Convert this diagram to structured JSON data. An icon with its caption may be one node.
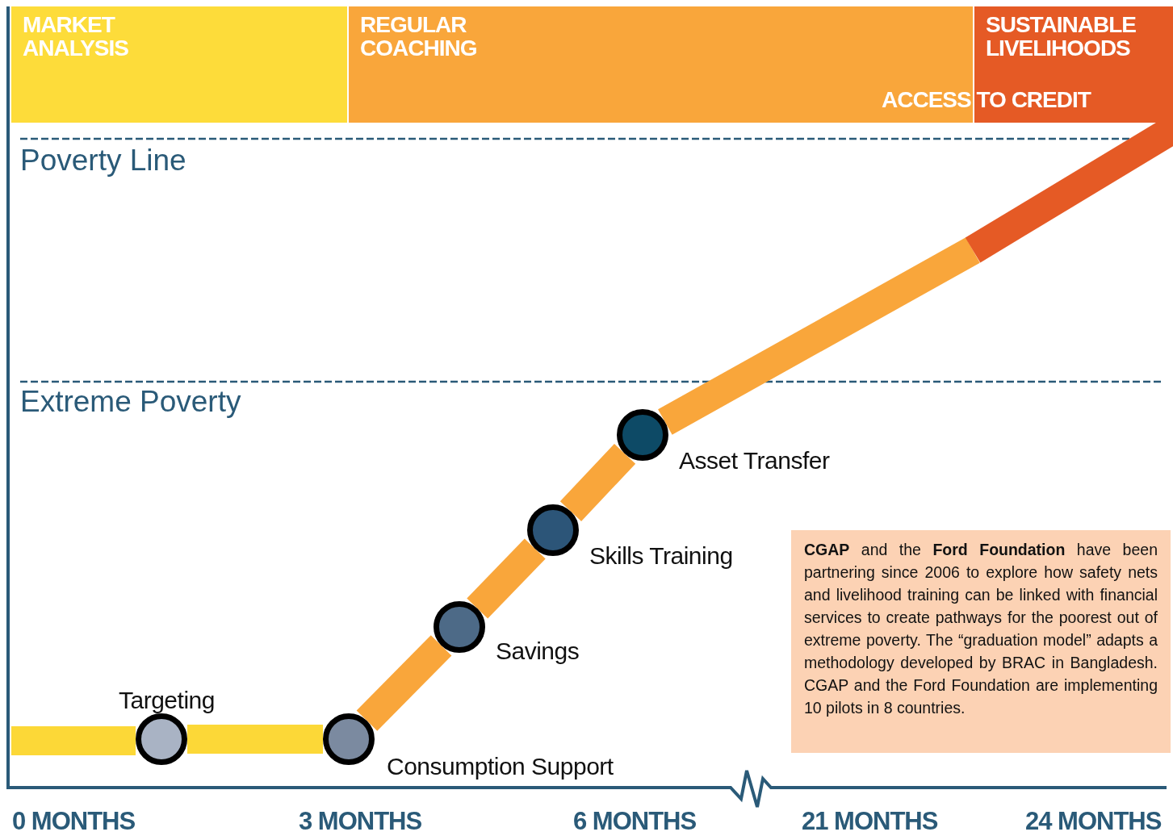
{
  "diagram": {
    "nodes": [
      {
        "text": [
          "MARKET ANALYSIS"
        ]
      },
      {
        "text": [
          "REGULAR COACHING"
        ]
      },
      {
        "text": [
          "SUSTAINABLE LIVELIHOODS"
        ]
      },
      {
        "text": [],
        "shape": "circle",
        "beside": [
          "Targeting"
        ]
      },
      {
        "text": [],
        "shape": "circle",
        "beside": [
          "Consumption Support"
        ]
      },
      {
        "text": [],
        "shape": "circle",
        "beside": [
          "Savings"
        ]
      },
      {
        "text": [],
        "shape": "circle",
        "beside": [
          "Skills  Training"
        ]
      },
      {
        "text": [],
        "shape": "circle",
        "beside": [
          "Asset Transfer"
        ]
      },
      {
        "text": [
          "**CGAP** and the **Ford Foundation** have been partnering since 2006 to explore how safety nets and livelihood training can be linked with financial services to create pathways for the poorest out of extreme poverty. The “graduation model” adapts a methodology developed by BRAC in Bangladesh. CGAP and the Ford Foundation are implementing 10 pilots in 8 countries."
        ]
      }
    ],
    "edges": [
      {
        "from": 3,
        "to": 4,
        "arrow": "none",
        "color": "#fcd837"
      },
      {
        "from": 4,
        "to": 5,
        "arrow": "none"
      },
      {
        "from": 5,
        "to": 6,
        "arrow": "none"
      },
      {
        "from": 6,
        "to": 7,
        "arrow": "none"
      }
    ],
    "labels": [
      "Poverty Line",
      "Extreme Poverty",
      "ACCESS TO CREDIT",
      "0 MONTHS",
      "3 MONTHS",
      "6 MONTHS",
      "21 MONTHS",
      "24 MONTHS"
    ]
  }
}
